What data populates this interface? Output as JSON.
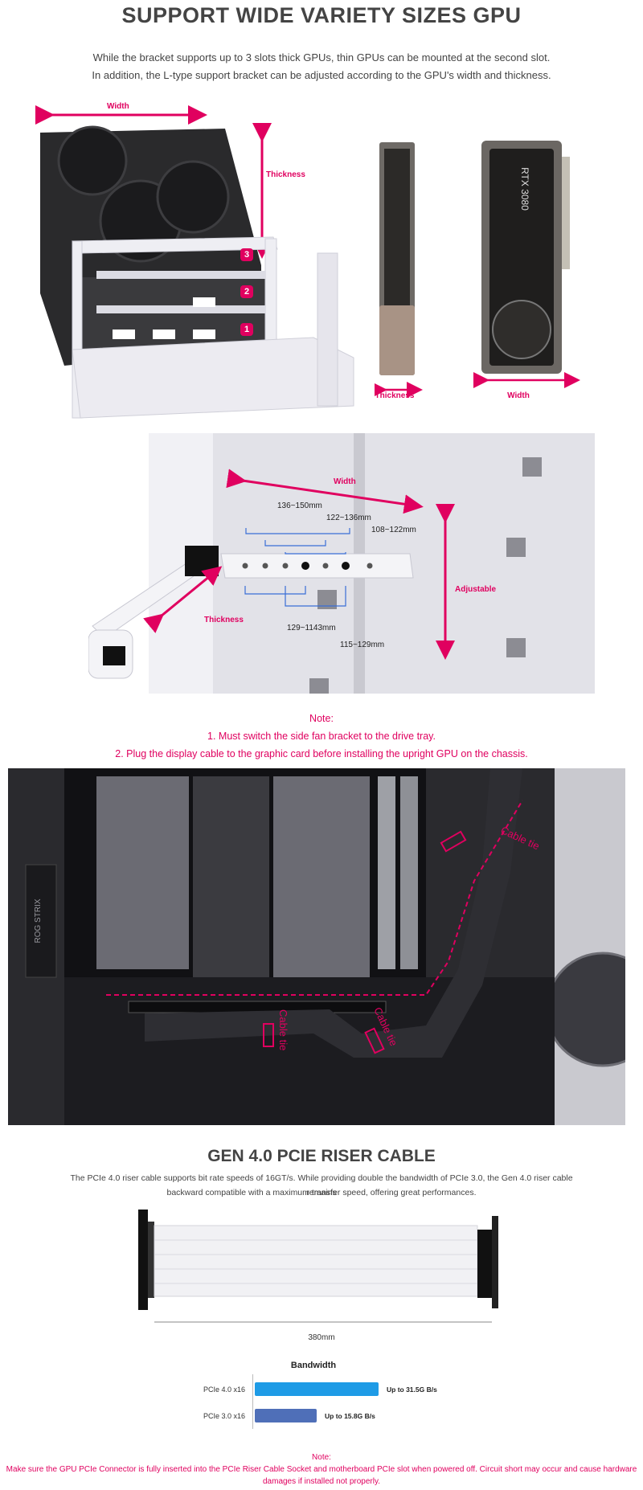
{
  "section1": {
    "title": "SUPPORT WIDE VARIETY SIZES GPU",
    "desc_line1": "While the bracket supports up to 3 slots thick GPUs, thin GPUs can be mounted at the second slot.",
    "desc_line2": "In addition, the L-type support bracket can be adjusted according to the GPU's width and thickness.",
    "label_width": "Width",
    "label_thickness": "Thickness",
    "slot_numbers": [
      "3",
      "2",
      "1"
    ],
    "label_thickness_small": "Thickness",
    "label_width_small": "Width",
    "gpu_text": "RTX 3080"
  },
  "section2": {
    "label_width": "Width",
    "label_adjustable": "Adjustable",
    "label_thickness": "Thickness",
    "dim_136_150": "136~150mm",
    "dim_122_136": "122~136mm",
    "dim_108_122": "108~122mm",
    "dim_129_1143": "129~1143mm",
    "dim_115_129": "115~129mm"
  },
  "note1": {
    "title": "Note:",
    "line1": "1. Must switch the side fan bracket to the drive tray.",
    "line2": "2. Plug the display cable to the graphic card before installing the upright GPU on the chassis."
  },
  "section3": {
    "cable_tie_label": "Cable tie",
    "board_text": "ROG STRIX"
  },
  "section4": {
    "title": "GEN 4.0 PCIE RISER CABLE",
    "desc_line1": "The PCIe 4.0 riser cable supports bit rate speeds of 16GT/s. While providing double the bandwidth of PCIe 3.0, the Gen 4.0 riser cable remains",
    "desc_line2": "backward compatible with a maximum transfer speed, offering great performances.",
    "cable_length": "380mm"
  },
  "bandwidth": {
    "title": "Bandwidth",
    "rows": [
      {
        "label": "PCIe 4.0 x16",
        "value_text": "Up to 31.5G B/s",
        "value": 31.5,
        "color": "#1e9be6"
      },
      {
        "label": "PCIe 3.0 x16",
        "value_text": "Up to 15.8G B/s",
        "value": 15.8,
        "color": "#4f6fb8"
      }
    ]
  },
  "note2": {
    "title": "Note:",
    "line1": "Make sure the GPU PCIe Connector is fully inserted into the PCIe Riser Cable Socket and motherboard PCIe slot when powered off. Circuit short may occur and cause hardware",
    "line2": "damages if installed not properly."
  },
  "colors": {
    "accent": "#e0005f",
    "bar_gen4": "#1e9be6",
    "bar_gen3": "#4f6fb8"
  }
}
